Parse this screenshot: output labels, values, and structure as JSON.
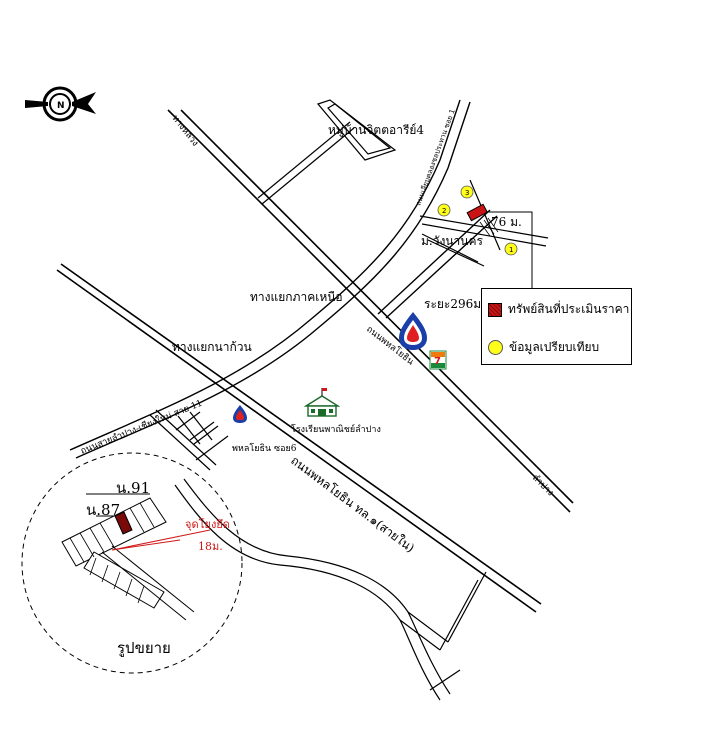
{
  "colors": {
    "subject": "#c81414",
    "comparable": "#ffff1a",
    "callout": "#d01818",
    "gas_blue": "#1a3fa8",
    "gas_red": "#e02020",
    "seven_green": "#1a8a3a",
    "seven_orange": "#f07a10"
  },
  "icons": {
    "north": "north-arrow-icon",
    "gas_station": "gas-station-icon",
    "convenience_store": "seven-eleven-icon",
    "school": "school-building-icon"
  },
  "labels": {
    "village": "หมู่บ้านจิตตอารีย์4",
    "village_road": "ถนนเลียบคลองชลประทาน ซอย 1",
    "road_left_top": "ทางหลวง",
    "village2": "ม.วังนานคร",
    "distance_76": "76 ม.",
    "distance_296": "ระยะ296ม.",
    "junction_north": "ทางแยกภาคเหนือ",
    "junction_kwan": "ทางแยกนาก้วน",
    "main_road_mid": "ถนนพหลโยธิน",
    "road_right_end": "ลำปาง",
    "school": "โรงเรียนพาณิชย์ลำปาง",
    "gas_small": "พหลโยธิน ซอย6",
    "side_road_left": "ถนนสายลำปาง-เชียงใหม่ สาย 11",
    "main_road_label": "ถนนพหลโยธิน ทล.๑(สายใน)",
    "plot_91": "น.91",
    "plot_87": "น.87",
    "tie_point": "จุดโยงยึด",
    "tie_distance": "18ม.",
    "enlarge": "รูปขยาย"
  },
  "comparables": [
    "1",
    "2",
    "3"
  ],
  "legend": {
    "subject_label": "ทรัพย์สินที่ประเมินราคา",
    "comparable_label": "ข้อมูลเปรียบเทียบ"
  }
}
